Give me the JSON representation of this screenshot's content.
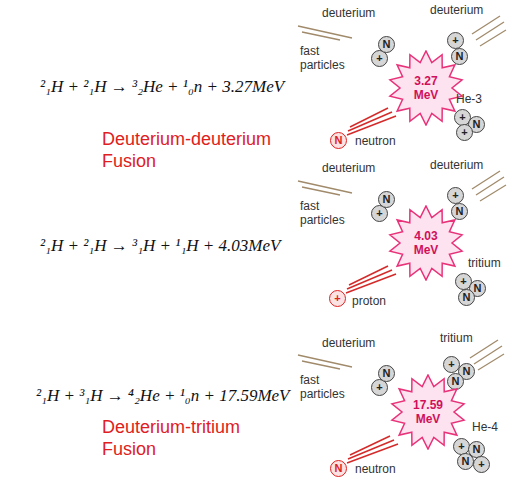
{
  "diagram": {
    "nodes": [
      {
        "text": [
          "+"
        ]
      },
      {
        "text": [
          "N"
        ]
      },
      {
        "text": [
          "+"
        ]
      },
      {
        "text": [
          "N"
        ]
      },
      {
        "text": [
          "3.27 MeV"
        ]
      },
      {
        "text": [
          "+"
        ]
      },
      {
        "text": [
          "N"
        ]
      },
      {
        "text": [
          "+"
        ]
      },
      {
        "text": [
          "N"
        ]
      },
      {
        "text": [
          "+"
        ]
      },
      {
        "text": [
          "N"
        ]
      },
      {
        "text": [
          "+"
        ]
      },
      {
        "text": [
          "N"
        ]
      },
      {
        "text": [
          "4.03 MeV"
        ]
      },
      {
        "text": [
          "+"
        ]
      },
      {
        "text": [
          "N"
        ]
      },
      {
        "text": [
          "N"
        ]
      },
      {
        "text": [
          "+"
        ]
      },
      {
        "text": [
          "+"
        ]
      },
      {
        "text": [
          "N"
        ]
      },
      {
        "text": [
          "+"
        ]
      },
      {
        "text": [
          "N"
        ]
      },
      {
        "text": [
          "N"
        ]
      },
      {
        "text": [
          "17.59 MeV"
        ]
      },
      {
        "text": [
          "+"
        ]
      },
      {
        "text": [
          "N"
        ]
      },
      {
        "text": [
          "N"
        ]
      },
      {
        "text": [
          "+"
        ]
      },
      {
        "text": [
          "N"
        ]
      }
    ],
    "labels": [
      "²₁H + ²₁H → ³₂He + ¹₀n + 3.27MeV",
      "Deuterium-deuterium Fusion",
      "²₁H + ²₁H → ³₁H + ¹₁H + 4.03MeV",
      "²₁H + ³₁H → ⁴₂He + ¹₀n + 17.59MeV",
      "Deuterium-tritium Fusion",
      "deuterium",
      "deuterium",
      "fast particles",
      "He-3",
      "neutron",
      "deuterium",
      "deuterium",
      "fast particles",
      "tritium",
      "proton",
      "deuterium",
      "tritium",
      "fast particles",
      "He-4",
      "neutron"
    ]
  }
}
